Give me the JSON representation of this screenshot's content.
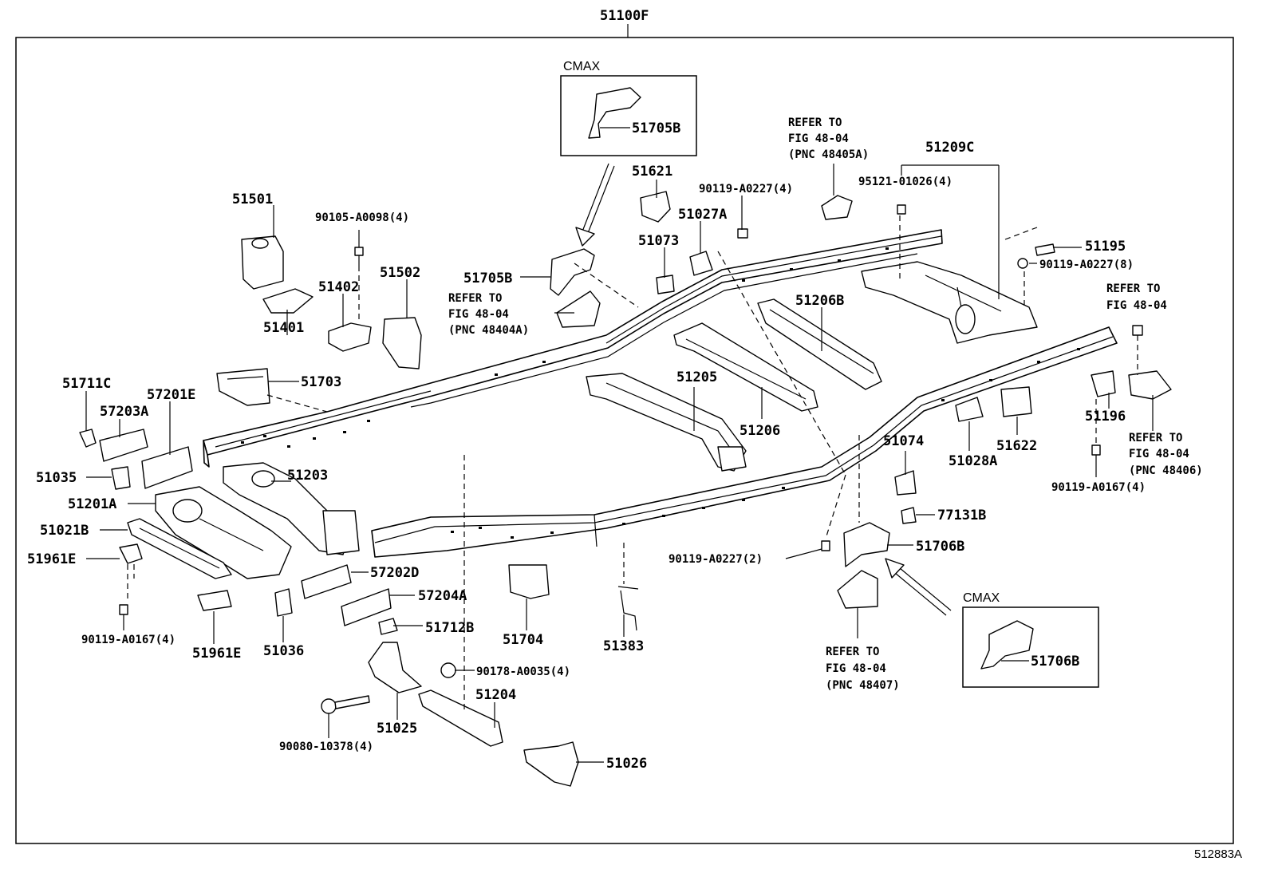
{
  "title_part": "51100F",
  "figure_code": "512883A",
  "cmax_labels": [
    "CMAX",
    "CMAX"
  ],
  "parts": {
    "p51705B_box": "51705B",
    "p51705B": "51705B",
    "p51501": "51501",
    "p51402": "51402",
    "p51401": "51401",
    "p51502": "51502",
    "p90105": "90105-A0098(4)",
    "p51703": "51703",
    "p51711C": "51711C",
    "p57203A": "57203A",
    "p57201E": "57201E",
    "p51035": "51035",
    "p51201A": "51201A",
    "p51021B": "51021B",
    "p51961E_a": "51961E",
    "p51961E_b": "51961E",
    "p90119_A0167_left": "90119-A0167(4)",
    "p51203": "51203",
    "p57202D": "57202D",
    "p57204A": "57204A",
    "p51036": "51036",
    "p51712B": "51712B",
    "p51704": "51704",
    "p51383": "51383",
    "p90178": "90178-A0035(4)",
    "p51204": "51204",
    "p51025": "51025",
    "p90080": "90080-10378(4)",
    "p51026": "51026",
    "p51621": "51621",
    "p51027A": "51027A",
    "p51073": "51073",
    "p90119_A0227_4": "90119-A0227(4)",
    "p51205": "51205",
    "p51206": "51206",
    "p51206B": "51206B",
    "p51209C": "51209C",
    "p95121": "95121-01026(4)",
    "p51195": "51195",
    "p90119_A0227_8": "90119-A0227(8)",
    "p51196": "51196",
    "p51622": "51622",
    "p51028A": "51028A",
    "p51074": "51074",
    "p77131B": "77131B",
    "p51706B": "51706B",
    "p51706B_box": "51706B",
    "p90119_A0227_2": "90119-A0227(2)",
    "p90119_A0167_right": "90119-A0167(4)"
  },
  "refs": {
    "ref_48405A": [
      "REFER TO",
      "FIG 48-04",
      "(PNC 48405A)"
    ],
    "ref_48404A": [
      "REFER TO",
      "FIG 48-04",
      "(PNC 48404A)"
    ],
    "ref_top_right": [
      "REFER TO",
      "FIG 48-04"
    ],
    "ref_48406": [
      "REFER TO",
      "FIG 48-04",
      "(PNC 48406)"
    ],
    "ref_48407": [
      "REFER TO",
      "FIG 48-04",
      "(PNC 48407)"
    ]
  }
}
